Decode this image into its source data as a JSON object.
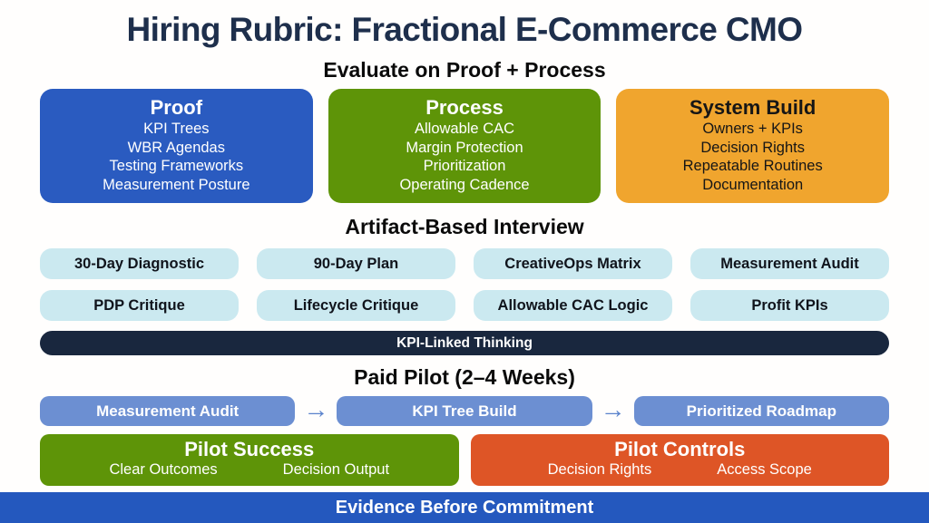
{
  "page": {
    "title": "Hiring Rubric: Fractional E-Commerce CMO",
    "background": "#fffefd",
    "title_color": "#1e2f4c"
  },
  "colors": {
    "proof_blue": "#2a5bc0",
    "process_green": "#5e9408",
    "system_orange": "#f0a52e",
    "interview_pill_cyan": "#cbe9f0",
    "navy_banner": "#19273e",
    "step_pill_blue": "#6c8fd2",
    "pilot_success_green": "#5e9408",
    "pilot_controls_red": "#de5526",
    "footer_blue": "#2458be"
  },
  "sections": {
    "evaluate": {
      "heading": "Evaluate on Proof + Process",
      "columns": [
        {
          "title": "Proof",
          "items": [
            "KPI Trees",
            "WBR Agendas",
            "Testing Frameworks",
            "Measurement Posture"
          ]
        },
        {
          "title": "Process",
          "items": [
            "Allowable CAC",
            "Margin Protection",
            "Prioritization",
            "Operating Cadence"
          ]
        },
        {
          "title": "System Build",
          "items": [
            "Owners + KPIs",
            "Decision Rights",
            "Repeatable Routines",
            "Documentation"
          ]
        }
      ]
    },
    "interview": {
      "heading": "Artifact-Based Interview",
      "row1": [
        "30-Day Diagnostic",
        "90-Day Plan",
        "CreativeOps Matrix",
        "Measurement Audit"
      ],
      "row2": [
        "PDP Critique",
        "Lifecycle Critique",
        "Allowable CAC Logic",
        "Profit KPIs"
      ],
      "banner": "KPI-Linked Thinking"
    },
    "pilot": {
      "heading": "Paid Pilot (2–4 Weeks)",
      "steps": [
        "Measurement Audit",
        "KPI Tree Build",
        "Prioritized Roadmap"
      ],
      "arrow_glyph": "→",
      "outcome_boxes": [
        {
          "title": "Pilot Success",
          "items": [
            "Clear Outcomes",
            "Decision Output"
          ]
        },
        {
          "title": "Pilot Controls",
          "items": [
            "Decision Rights",
            "Access Scope"
          ]
        }
      ]
    },
    "footer": {
      "banner": "Evidence Before Commitment"
    }
  }
}
